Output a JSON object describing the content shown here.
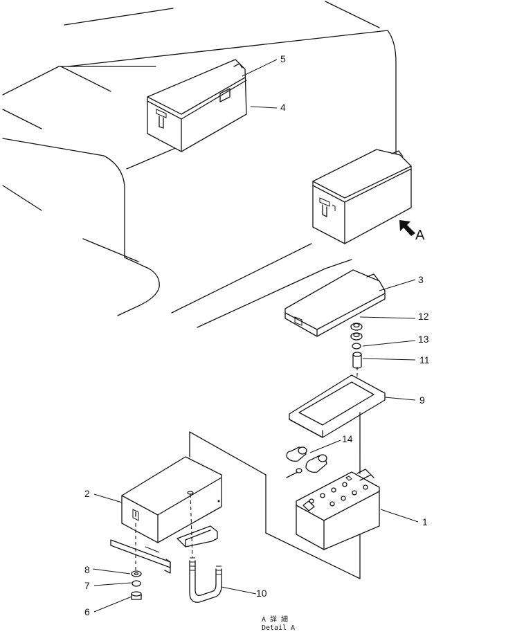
{
  "view_marker": "A",
  "callouts": [
    {
      "id": "1",
      "label": "1"
    },
    {
      "id": "2",
      "label": "2"
    },
    {
      "id": "3",
      "label": "3"
    },
    {
      "id": "4",
      "label": "4"
    },
    {
      "id": "5",
      "label": "5"
    },
    {
      "id": "6",
      "label": "6"
    },
    {
      "id": "7",
      "label": "7"
    },
    {
      "id": "8",
      "label": "8"
    },
    {
      "id": "9",
      "label": "9"
    },
    {
      "id": "10",
      "label": "10"
    },
    {
      "id": "11",
      "label": "11"
    },
    {
      "id": "12",
      "label": "12"
    },
    {
      "id": "13",
      "label": "13"
    },
    {
      "id": "14",
      "label": "14"
    }
  ],
  "caption": {
    "line1": "A 詳 細",
    "line2": "Detail A"
  }
}
